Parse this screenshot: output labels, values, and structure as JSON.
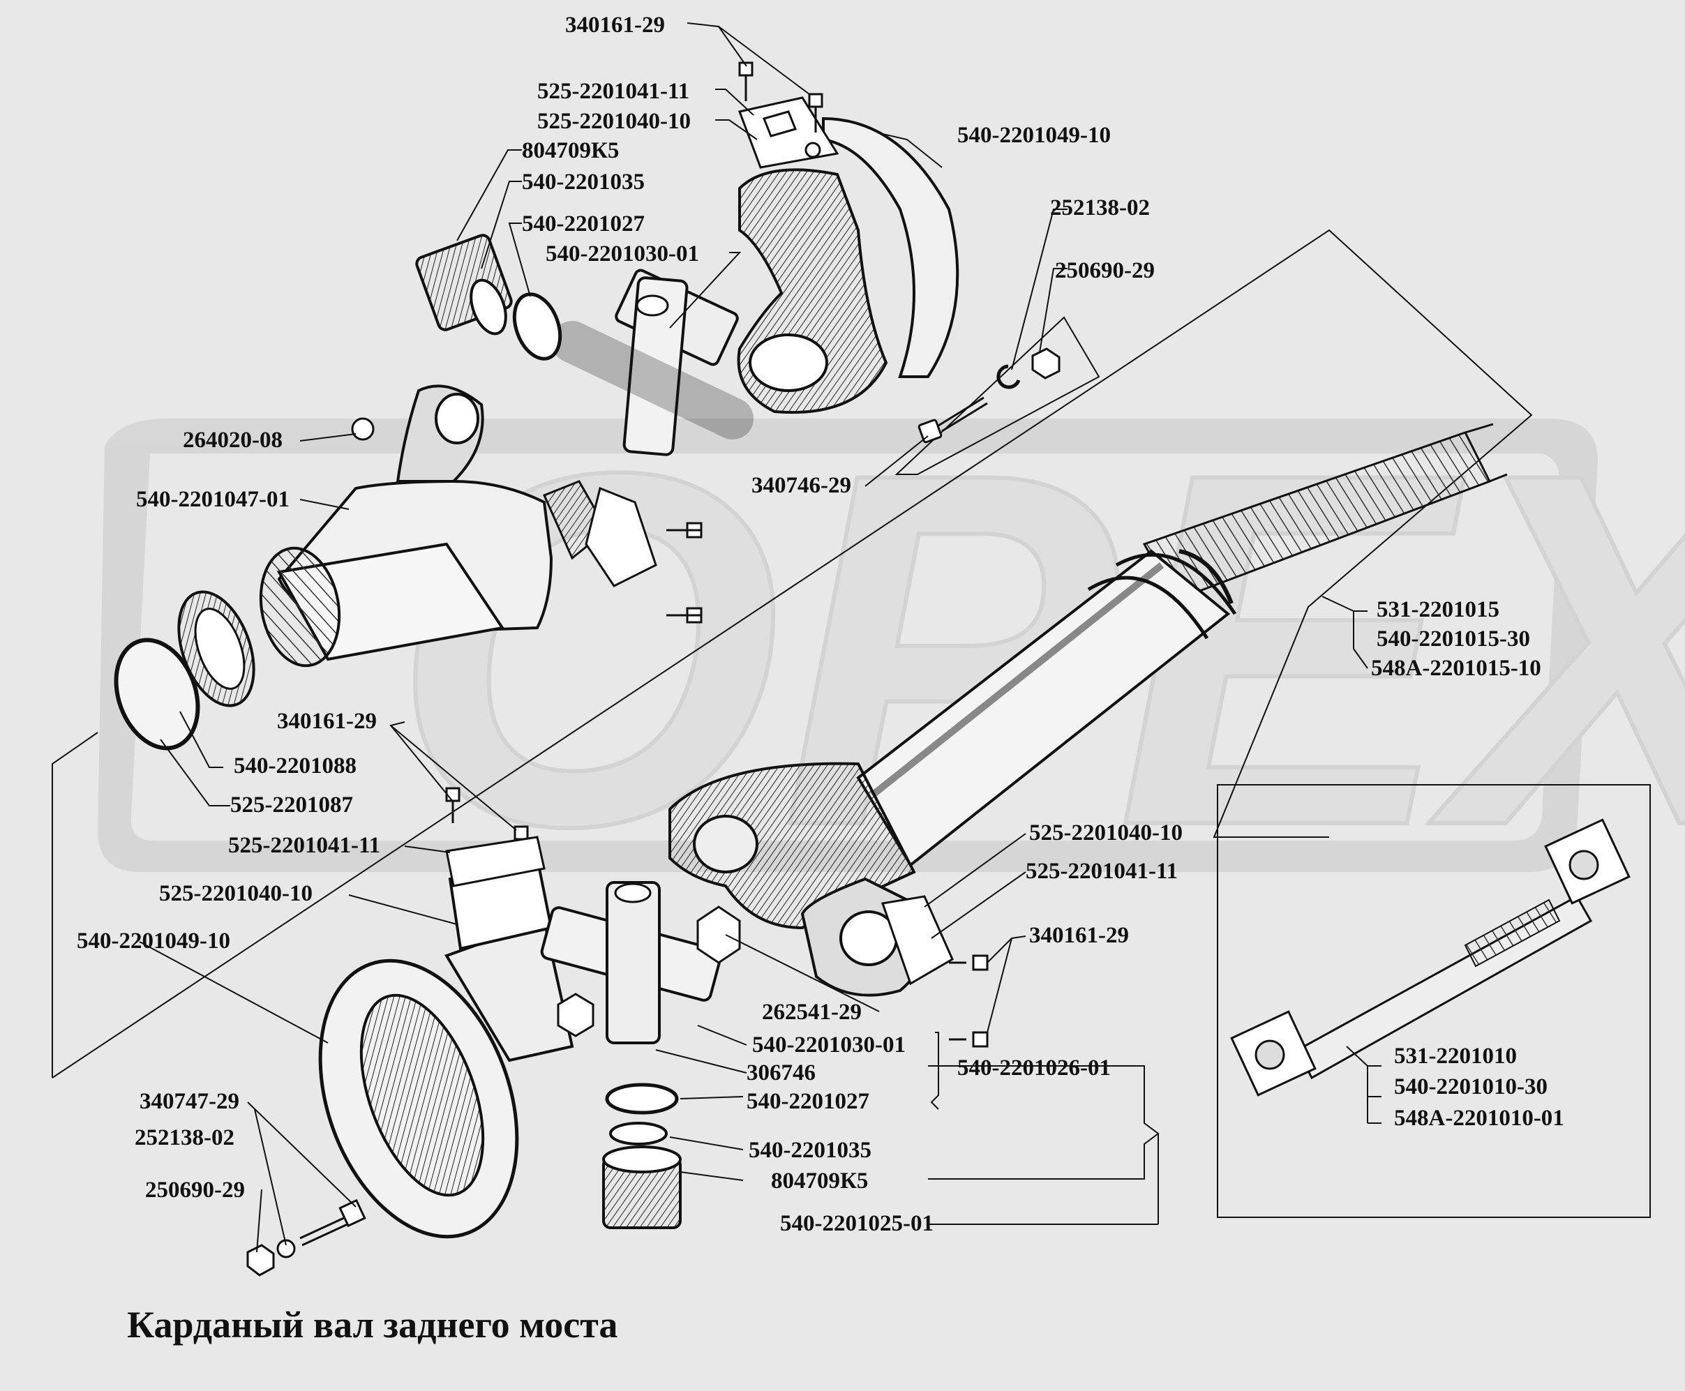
{
  "title": "Карданый вал заднего  моста",
  "watermark": "OPEX",
  "labels": {
    "l01": "340161-29",
    "l02": "525-2201041-11",
    "l03": "525-2201040-10",
    "l04": "804709К5",
    "l05": "540-2201035",
    "l06": "540-2201027",
    "l07": "540-2201030-01",
    "l08": "540-2201049-10",
    "l09": "252138-02",
    "l10": "250690-29",
    "l11": "264020-08",
    "l12": "540-2201047-01",
    "l13": "340746-29",
    "l14": "531-2201015",
    "l15": "540-2201015-30",
    "l16": "548А-2201015-10",
    "l17": "340161-29",
    "l18": "540-2201088",
    "l19": "525-2201087",
    "l20": "525-2201041-11",
    "l21": "525-2201040-10",
    "l22": "540-2201049-10",
    "l23": "525-2201040-10",
    "l24": "525-2201041-11",
    "l25": "340161-29",
    "l26": "262541-29",
    "l27": "540-2201030-01",
    "l28": "540-2201026-01",
    "l29": "306746",
    "l30": "540-2201027",
    "l31": "540-2201035",
    "l32": "804709К5",
    "l33": "540-2201025-01",
    "l34": "340747-29",
    "l35": "252138-02",
    "l36": "250690-29",
    "l37": "531-2201010",
    "l38": "540-2201010-30",
    "l39": "548А-2201010-01"
  }
}
